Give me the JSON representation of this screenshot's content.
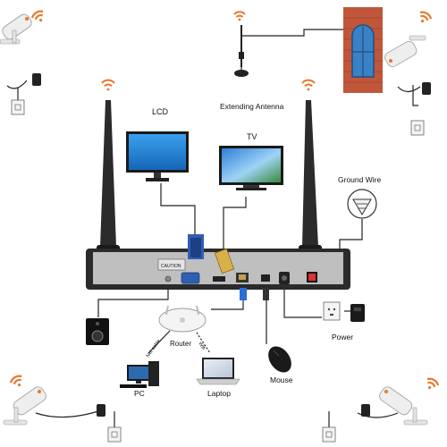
{
  "labels": {
    "lcd": "LCD",
    "extending_antenna": "Extending Antenna",
    "tv": "TV",
    "ground_wire": "Ground Wire",
    "router": "Router",
    "net_cable": "Net cable",
    "wifi": "Wifi",
    "pc": "PC",
    "laptop": "Laptop",
    "mouse": "Mouse",
    "power": "Power",
    "caution": "CAUTION"
  },
  "colors": {
    "wifi_signal": "#e8772a",
    "nvr_body": "#2b2b2b",
    "nvr_panel": "#bfbfbf",
    "vga_port": "#2f5fb0",
    "net_cable": "#2a6fd6",
    "camera_body": "#eeeeee",
    "brick_wall": "#c0563a",
    "window_frame": "#2a6fb0"
  },
  "icons": {
    "wifi": "wifi-signal-icon",
    "camera": "bullet-camera-icon",
    "antenna": "antenna-icon",
    "ground": "ground-symbol-icon"
  }
}
